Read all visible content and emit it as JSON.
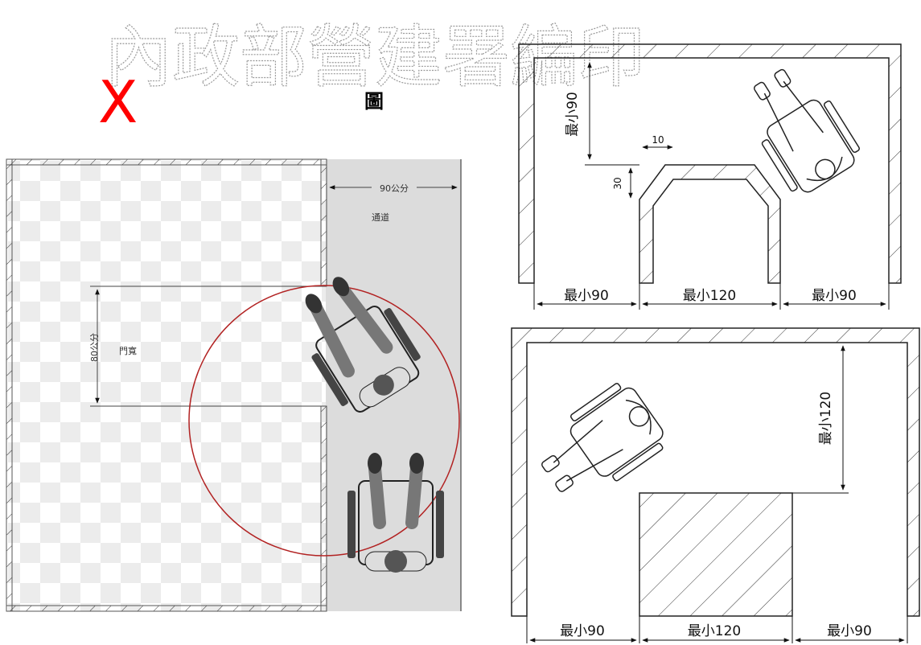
{
  "header": {
    "watermark_text": "內政部營建署編印",
    "x_mark": "X",
    "figure_label": "圖"
  },
  "left_diagram": {
    "corridor_width": "90公分",
    "corridor_label": "通道",
    "door_width": "80公分",
    "door_label": "門寬"
  },
  "top_right_diagram": {
    "top_dim": "最小90",
    "nib_width": "10",
    "nib_depth": "30",
    "bottom_dims": [
      "最小90",
      "最小120",
      "最小90"
    ]
  },
  "bottom_right_diagram": {
    "right_dim": "最小120",
    "bottom_dims": [
      "最小90",
      "最小120",
      "最小90"
    ]
  },
  "colors": {
    "x_mark": "#ff0000",
    "turning_circle": "#b22222",
    "corridor_fill": "#dcdcdc",
    "line": "#111111"
  }
}
